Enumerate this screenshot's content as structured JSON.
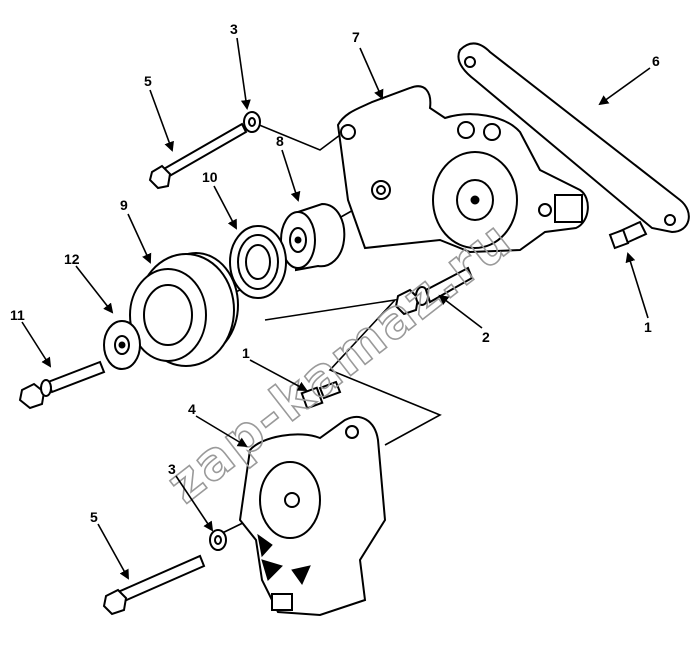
{
  "callouts": [
    {
      "id": "c3_top",
      "label": "3"
    },
    {
      "id": "c7",
      "label": "7"
    },
    {
      "id": "c6",
      "label": "6"
    },
    {
      "id": "c5_top",
      "label": "5"
    },
    {
      "id": "c8",
      "label": "8"
    },
    {
      "id": "c10",
      "label": "10"
    },
    {
      "id": "c9",
      "label": "9"
    },
    {
      "id": "c12",
      "label": "12"
    },
    {
      "id": "c11",
      "label": "11"
    },
    {
      "id": "c2",
      "label": "2"
    },
    {
      "id": "c1_right",
      "label": "1"
    },
    {
      "id": "c1_mid",
      "label": "1"
    },
    {
      "id": "c4",
      "label": "4"
    },
    {
      "id": "c3_bot",
      "label": "3"
    },
    {
      "id": "c5_bot",
      "label": "5"
    }
  ],
  "watermark": "zap-kamaz.ru"
}
